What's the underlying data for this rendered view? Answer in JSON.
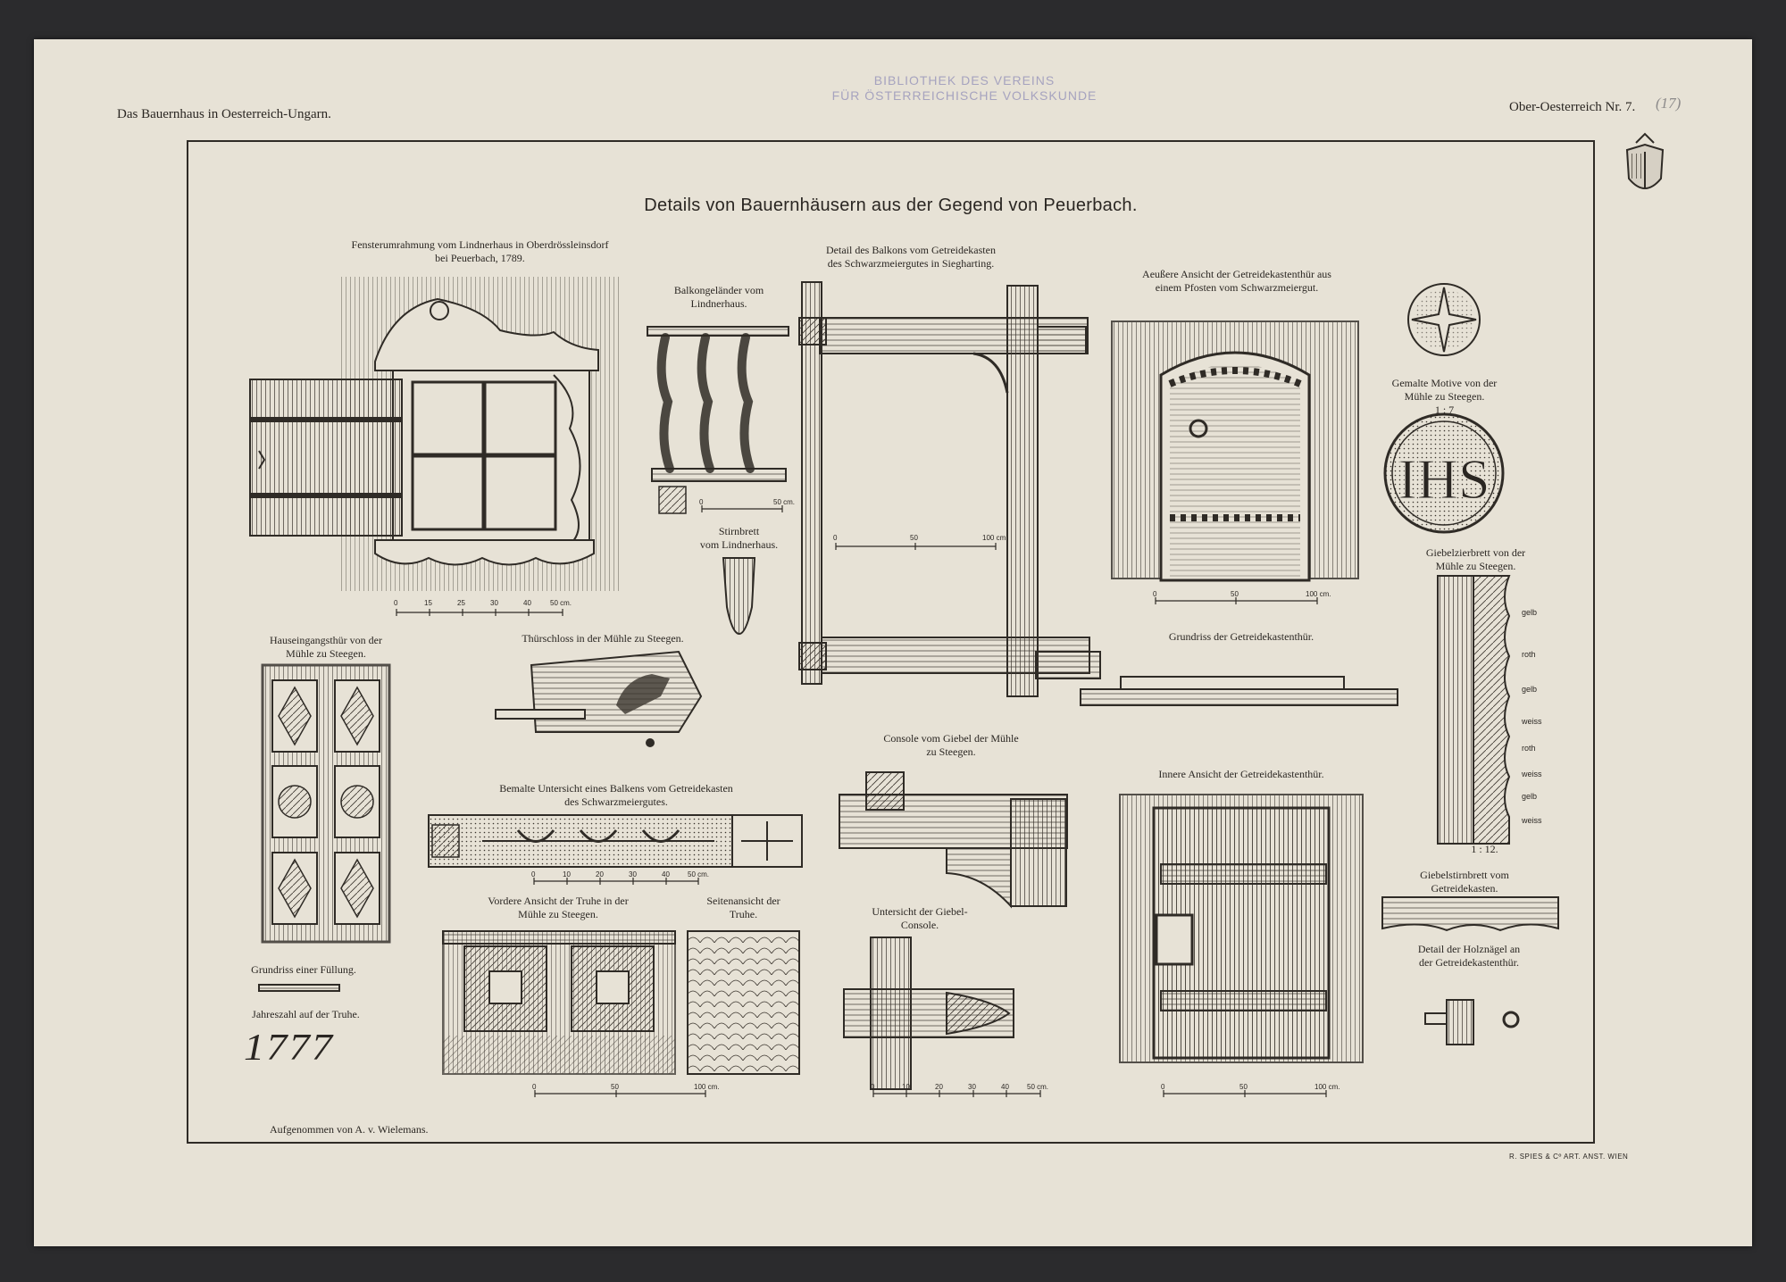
{
  "header": {
    "left": "Das Bauernhaus in Oesterreich-Ungarn.",
    "right": "Ober-Oesterreich Nr. 7.",
    "pencil_note": "(17)",
    "stamp_lines": [
      "BIBLIOTHEK DES VEREINS",
      "FÜR ÖSTERREICHISCHE VOLKSKUNDE"
    ]
  },
  "title": "Details von Bauernhäusern aus der Gegend von Peuerbach.",
  "captions": {
    "fenster": [
      "Fensterumrahmung vom Lindnerhaus in Oberdrösslеinsdorf",
      "bei Peuerbach, 1789."
    ],
    "balkongelaender": [
      "Balkongeländer vom",
      "Lindnerhaus."
    ],
    "balkon": [
      "Detail des Balkons vom Getreidekasten",
      "des Schwarzmeiergutes in Siegharting."
    ],
    "aussen": [
      "Aeußere Ansicht der Getreidekastenthür aus",
      "einem Pfosten vom Schwarzmeiergut."
    ],
    "motive": [
      "Gemalte Motive von der",
      "Mühle zu Steegen.",
      "1 : 7"
    ],
    "stirnbrett": [
      "Stirnbrett",
      "vom Lindnerhaus."
    ],
    "giebelzier": [
      "Giebelzierbrett von der",
      "Mühle zu Steegen."
    ],
    "hauseingang": [
      "Hauseingangsthür von der",
      "Mühle zu Steegen."
    ],
    "schloss": [
      "Thürschloss in der Mühle zu Steegen."
    ],
    "grundriss_tuer": [
      "Grundriss der Getreidekastenthür."
    ],
    "console": [
      "Console vom Giebel der Mühle",
      "zu Steegen."
    ],
    "bemalte": [
      "Bemalte Untersicht eines Balkens vom Getreidekasten",
      "des Schwarzmeiergutes."
    ],
    "innere": [
      "Innere Ansicht der Getreidekastenthür."
    ],
    "giebelstirn": [
      "Giebelstirnbrett vom",
      "Getreidekasten."
    ],
    "holznaegel": [
      "Detail der Holznägel an",
      "der Getreidekastenthür."
    ],
    "truhe_vorn": [
      "Vordere Ansicht der Truhe in der",
      "Mühle zu Steegen."
    ],
    "truhe_seite": [
      "Seitenansicht der",
      "Truhe."
    ],
    "untersicht": [
      "Untersicht der Giebel-",
      "Console."
    ],
    "grundriss_fuellung": [
      "Grundriss einer Füllung."
    ],
    "jahreszahl": [
      "Jahreszahl auf der Truhe."
    ]
  },
  "jahreszahl_value": "1777",
  "scale_1_12": "1 : 12.",
  "colors_giebelzier": [
    "gelb",
    "roth",
    "gelb",
    "weiss",
    "roth",
    "weiss",
    "gelb",
    "weiss"
  ],
  "scale_labels": {
    "fenster": [
      "0",
      "15",
      "25",
      "30",
      "40",
      "50 cm."
    ],
    "balkongelaender": [
      "0",
      "50 cm."
    ],
    "balkon": [
      "0",
      "50",
      "100 cm."
    ],
    "aussen": [
      "0",
      "50",
      "100 cm."
    ],
    "bemalte": [
      "0",
      "10",
      "20",
      "30",
      "40",
      "50 cm."
    ],
    "truhe": [
      "0",
      "50",
      "100 cm."
    ],
    "console": [
      "0",
      "10",
      "20",
      "30",
      "40",
      "50 cm."
    ],
    "innere": [
      "0",
      "50",
      "100 cm."
    ]
  },
  "footer": {
    "author": "Aufgenommen von A. v. Wielemans.",
    "printer": "R. SPIES & Cº ART. ANST. WIEN"
  }
}
